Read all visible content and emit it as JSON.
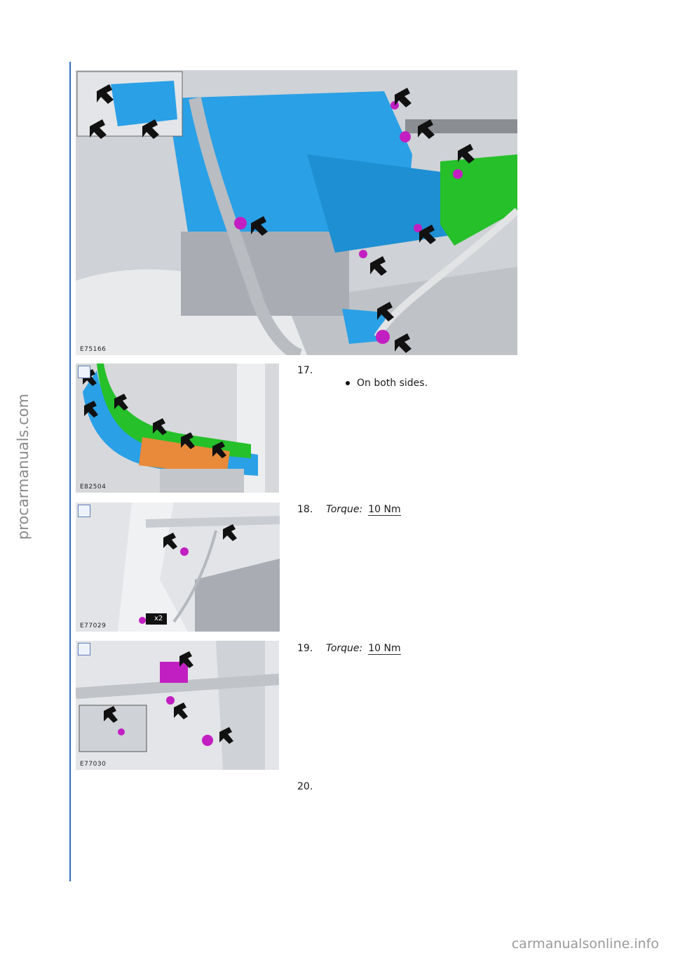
{
  "watermark_side": "procarmanuals.com",
  "watermark_footer": "carmanualsonline.info",
  "figures": {
    "main": {
      "code": "E75166"
    },
    "step17": {
      "code": "E82504"
    },
    "step18": {
      "code": "E77029"
    },
    "step19": {
      "code": "E77030"
    }
  },
  "steps": [
    {
      "number": "17.",
      "bullet": "On both sides."
    },
    {
      "number": "18.",
      "torque_label": "Torque:",
      "torque_value": "10 Nm"
    },
    {
      "number": "19.",
      "torque_label": "Torque:",
      "torque_value": "10 Nm"
    },
    {
      "number": "20."
    }
  ],
  "callout_x2": "x2",
  "colors": {
    "rule": "#2f6fc0",
    "highlight_blue": "#2aa0e6",
    "highlight_magenta": "#c21fc2",
    "highlight_green": "#25c02a",
    "highlight_orange": "#e88a3a"
  }
}
